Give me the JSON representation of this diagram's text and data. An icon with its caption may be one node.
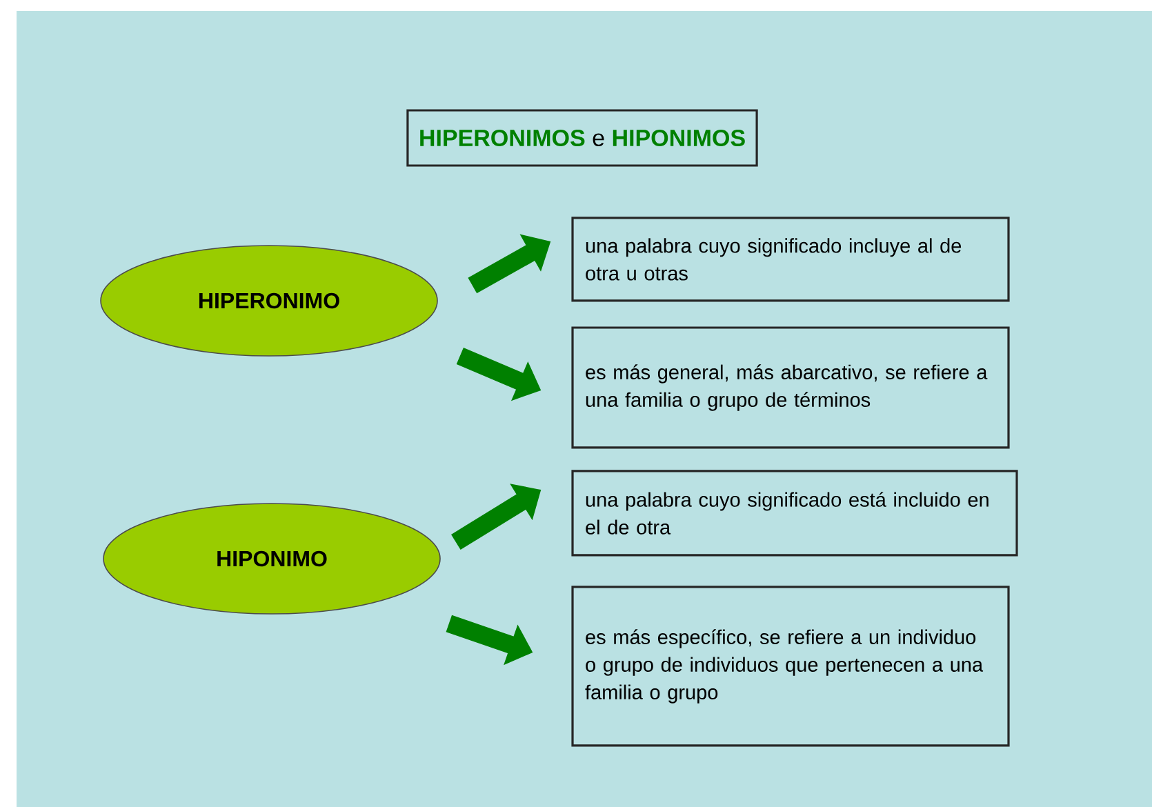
{
  "diagram": {
    "title": "**HIPERONIMOS** e **HIPONIMOS**",
    "nodes": [
      {
        "text": [
          "HIPERONIMO"
        ]
      },
      {
        "text": [
          "una palabra cuyo significado incluye al de otra u otras"
        ]
      },
      {
        "text": [
          "es más general, más abarcativo, se refiere a una familia o grupo de términos"
        ]
      },
      {
        "text": [
          "HIPONIMO"
        ]
      },
      {
        "text": [
          "una palabra cuyo significado está incluido en el de otra"
        ]
      },
      {
        "text": [
          "es más específico, se refiere a un individuo o grupo de individuos que pertenecen a una familia o grupo"
        ]
      }
    ],
    "edges": [
      {
        "from": 0,
        "to": 1,
        "arrow": "to"
      },
      {
        "from": 0,
        "to": 2,
        "arrow": "to"
      },
      {
        "from": 3,
        "to": 4,
        "arrow": "to"
      },
      {
        "from": 3,
        "to": 5,
        "arrow": "to"
      }
    ]
  }
}
